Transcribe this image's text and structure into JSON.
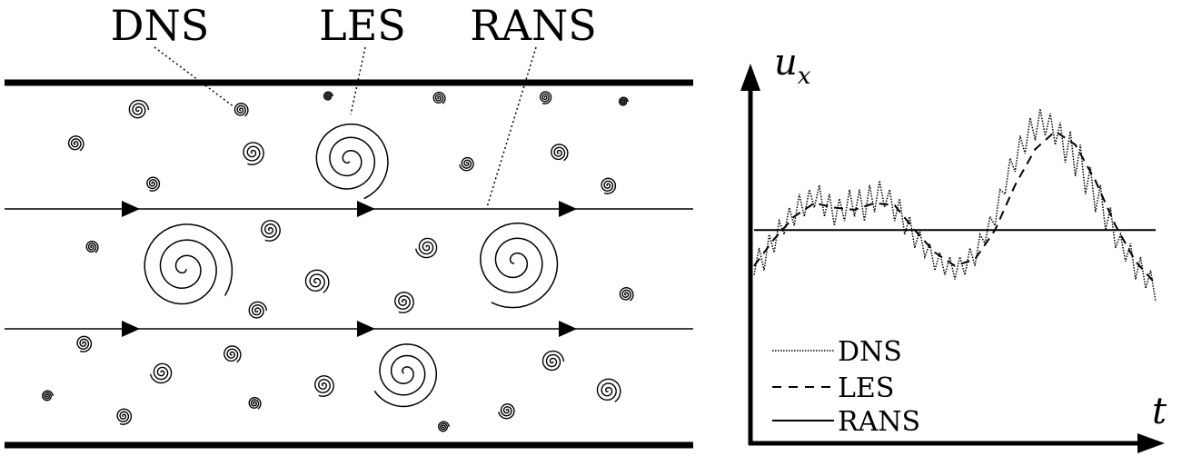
{
  "labels": {
    "dns": "DNS",
    "les": "LES",
    "rans": "RANS"
  },
  "axes": {
    "y_label": "u",
    "y_subscript": "x",
    "x_label": "t"
  },
  "legend": [
    {
      "label": "DNS",
      "style": "dotted"
    },
    {
      "label": "LES",
      "style": "dashed"
    },
    {
      "label": "RANS",
      "style": "solid"
    }
  ],
  "colors": {
    "ink": "#000000",
    "background": "#ffffff"
  },
  "chart_data": {
    "type": "line",
    "title": "",
    "xlabel": "t",
    "ylabel": "u_x",
    "series": [
      {
        "name": "DNS",
        "x": [
          0,
          1,
          2,
          3,
          4,
          5,
          6,
          7,
          8,
          9,
          10,
          11,
          12,
          13,
          14,
          15,
          16,
          17,
          18,
          19,
          20,
          21,
          22,
          23,
          24,
          25,
          26,
          27,
          28,
          29,
          30,
          31,
          32,
          33,
          34,
          35,
          36,
          37,
          38,
          39,
          40,
          41,
          42,
          43,
          44,
          45,
          46,
          47,
          48,
          49,
          50,
          51,
          52,
          53,
          54,
          55,
          56,
          57,
          58,
          59,
          60,
          61,
          62,
          63,
          64,
          65,
          66,
          67,
          68,
          69,
          70,
          71,
          72,
          73,
          74,
          75,
          76,
          77,
          78,
          79,
          80
        ],
        "values": [
          -1.0,
          -0.4,
          -0.9,
          -0.1,
          -0.5,
          0.2,
          -0.1,
          0.5,
          0.1,
          0.8,
          0.3,
          0.9,
          0.5,
          1.0,
          0.3,
          0.8,
          0.1,
          0.7,
          0.2,
          0.9,
          0.3,
          0.9,
          0.2,
          1.0,
          0.4,
          1.1,
          0.5,
          0.9,
          0.2,
          0.7,
          -0.1,
          0.3,
          -0.4,
          0.0,
          -0.6,
          -0.3,
          -0.9,
          -0.5,
          -1.0,
          -0.6,
          -1.1,
          -0.6,
          -1.0,
          -0.4,
          -0.8,
          -0.1,
          -0.3,
          0.3,
          0.1,
          0.9,
          0.8,
          1.6,
          1.3,
          2.1,
          1.7,
          2.5,
          2.0,
          2.7,
          2.1,
          2.6,
          1.9,
          2.4,
          1.5,
          2.2,
          1.2,
          1.9,
          0.8,
          1.4,
          0.4,
          1.0,
          0.0,
          0.5,
          -0.4,
          -0.1,
          -0.7,
          -0.3,
          -1.1,
          -0.6,
          -1.3,
          -0.9,
          -1.6
        ]
      },
      {
        "name": "LES",
        "x": [
          0,
          4,
          8,
          12,
          16,
          20,
          24,
          28,
          32,
          36,
          40,
          44,
          48,
          52,
          56,
          60,
          64,
          68,
          72,
          76,
          80
        ],
        "values": [
          -0.8,
          -0.2,
          0.3,
          0.6,
          0.5,
          0.45,
          0.6,
          0.55,
          0.0,
          -0.5,
          -0.8,
          -0.65,
          0.0,
          1.0,
          1.8,
          2.2,
          1.9,
          1.1,
          0.1,
          -0.7,
          -1.2
        ]
      },
      {
        "name": "RANS",
        "x": [
          0,
          80
        ],
        "values": [
          0,
          0
        ]
      }
    ],
    "xlim": [
      0,
      80
    ],
    "ylim": [
      -2,
      3
    ],
    "grid": false,
    "legend_position": "bottom-left"
  }
}
